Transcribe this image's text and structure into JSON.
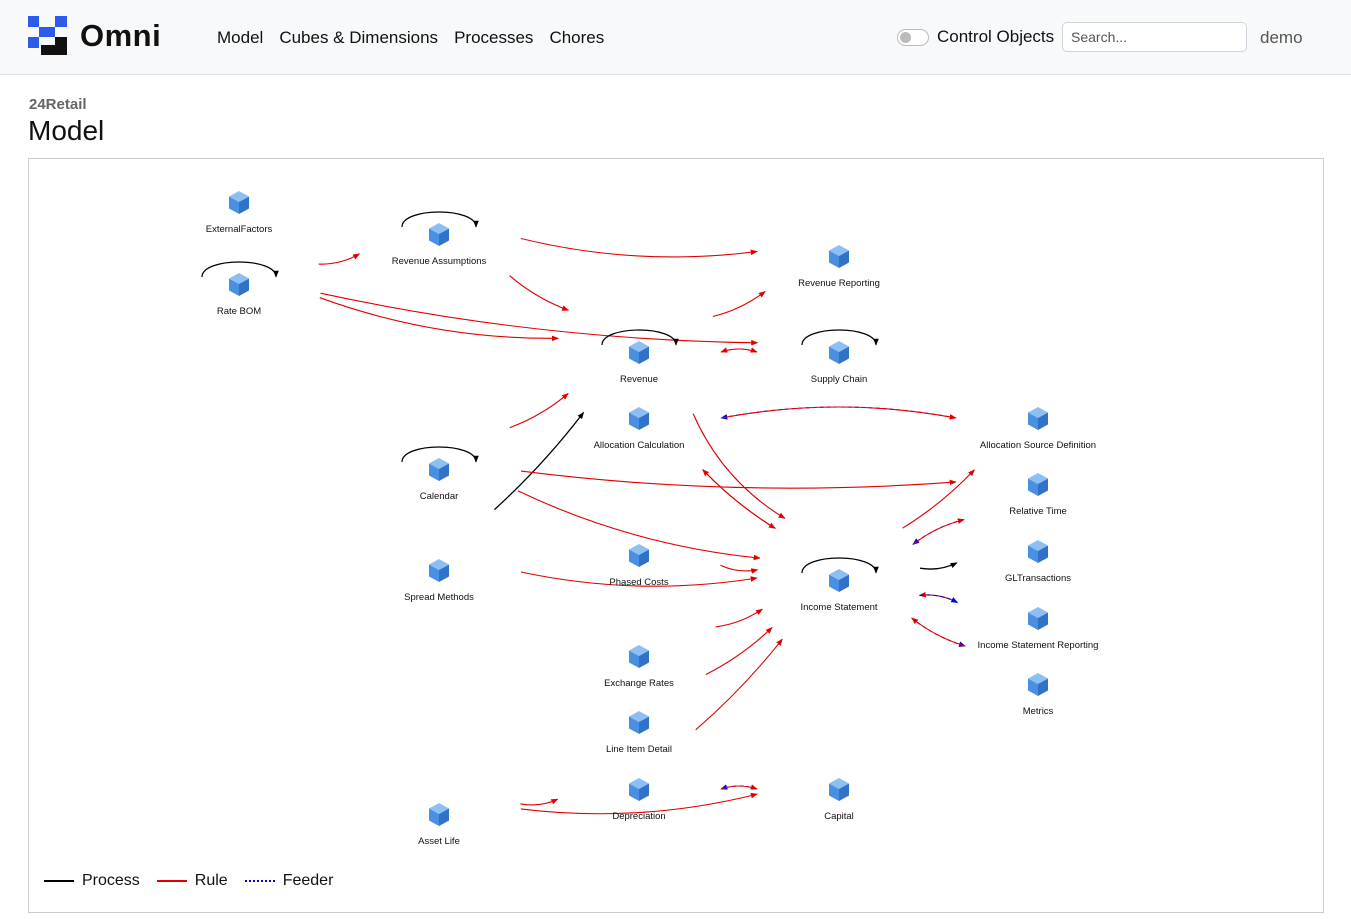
{
  "app": {
    "name": "Omni"
  },
  "nav": [
    "Model",
    "Cubes & Dimensions",
    "Processes",
    "Chores"
  ],
  "toggle": {
    "label": "Control Objects",
    "on": false
  },
  "search": {
    "placeholder": "Search..."
  },
  "user": "demo",
  "breadcrumb": "24Retail",
  "title": "Model",
  "colors": {
    "process": "#000000",
    "rule": "#e00000",
    "feeder": "#0000dd",
    "cube": "#4a90e2"
  },
  "legend": [
    {
      "label": "Process",
      "kind": "process"
    },
    {
      "label": "Rule",
      "kind": "rule"
    },
    {
      "label": "Feeder",
      "kind": "feeder"
    }
  ],
  "cubes": [
    "ExternalFactors",
    "Revenue Assumptions",
    "Revenue Reporting",
    "Rate BOM",
    "Revenue",
    "Supply Chain",
    "Allocation Calculation",
    "Allocation Source Definition",
    "Calendar",
    "Relative Time",
    "Phased Costs",
    "GLTransactions",
    "Spread Methods",
    "Income Statement",
    "Income Statement Reporting",
    "Exchange Rates",
    "Metrics",
    "Line Item Detail",
    "Depreciation",
    "Capital",
    "Asset Life"
  ],
  "links": [
    {
      "from": "Rate BOM",
      "to": "Revenue Assumptions",
      "type": "rule"
    },
    {
      "from": "Rate BOM",
      "to": "Supply Chain",
      "type": "rule"
    },
    {
      "from": "Rate BOM",
      "to": "Revenue",
      "type": "rule"
    },
    {
      "from": "Revenue Assumptions",
      "to": "Revenue Reporting",
      "type": "rule"
    },
    {
      "from": "Revenue Assumptions",
      "to": "Revenue",
      "type": "rule"
    },
    {
      "from": "Revenue",
      "to": "Revenue Reporting",
      "type": "rule"
    },
    {
      "from": "Supply Chain",
      "to": "Revenue",
      "type": "rule"
    },
    {
      "from": "Revenue",
      "to": "Supply Chain",
      "type": "rule"
    },
    {
      "from": "Calendar",
      "to": "Revenue",
      "type": "rule"
    },
    {
      "from": "Spread Methods",
      "to": "Revenue",
      "type": "process"
    },
    {
      "from": "Allocation Source Definition",
      "to": "Allocation Calculation",
      "type": "feeder"
    },
    {
      "from": "Allocation Calculation",
      "to": "Allocation Source Definition",
      "type": "rule"
    },
    {
      "from": "Calendar",
      "to": "Relative Time",
      "type": "rule"
    },
    {
      "from": "Calendar",
      "to": "Income Statement",
      "type": "rule"
    },
    {
      "from": "Revenue",
      "to": "Income Statement",
      "type": "rule"
    },
    {
      "from": "Allocation Calculation",
      "to": "Income Statement",
      "type": "rule"
    },
    {
      "from": "Income Statement",
      "to": "Allocation Calculation",
      "type": "rule"
    },
    {
      "from": "Income Statement",
      "to": "Allocation Source Definition",
      "type": "rule"
    },
    {
      "from": "Relative Time",
      "to": "Income Statement",
      "type": "feeder"
    },
    {
      "from": "Income Statement",
      "to": "Relative Time",
      "type": "rule"
    },
    {
      "from": "Income Statement",
      "to": "GLTransactions",
      "type": "process"
    },
    {
      "from": "Income Statement Reporting",
      "to": "Income Statement",
      "type": "rule"
    },
    {
      "from": "Income Statement",
      "to": "Income Statement Reporting",
      "type": "feeder"
    },
    {
      "from": "Income Statement",
      "to": "Metrics",
      "type": "feeder"
    },
    {
      "from": "Metrics",
      "to": "Income Statement",
      "type": "rule"
    },
    {
      "from": "Phased Costs",
      "to": "Income Statement",
      "type": "rule"
    },
    {
      "from": "Spread Methods",
      "to": "Income Statement",
      "type": "rule"
    },
    {
      "from": "Exchange Rates",
      "to": "Income Statement",
      "type": "rule"
    },
    {
      "from": "Line Item Detail",
      "to": "Income Statement",
      "type": "rule"
    },
    {
      "from": "Depreciation",
      "to": "Income Statement",
      "type": "rule"
    },
    {
      "from": "Capital",
      "to": "Depreciation",
      "type": "feeder"
    },
    {
      "from": "Depreciation",
      "to": "Capital",
      "type": "rule"
    },
    {
      "from": "Asset Life",
      "to": "Depreciation",
      "type": "rule"
    },
    {
      "from": "Asset Life",
      "to": "Capital",
      "type": "rule"
    }
  ],
  "self_loops": [
    "Rate BOM",
    "Revenue Assumptions",
    "Revenue",
    "Supply Chain",
    "Calendar",
    "Income Statement"
  ]
}
